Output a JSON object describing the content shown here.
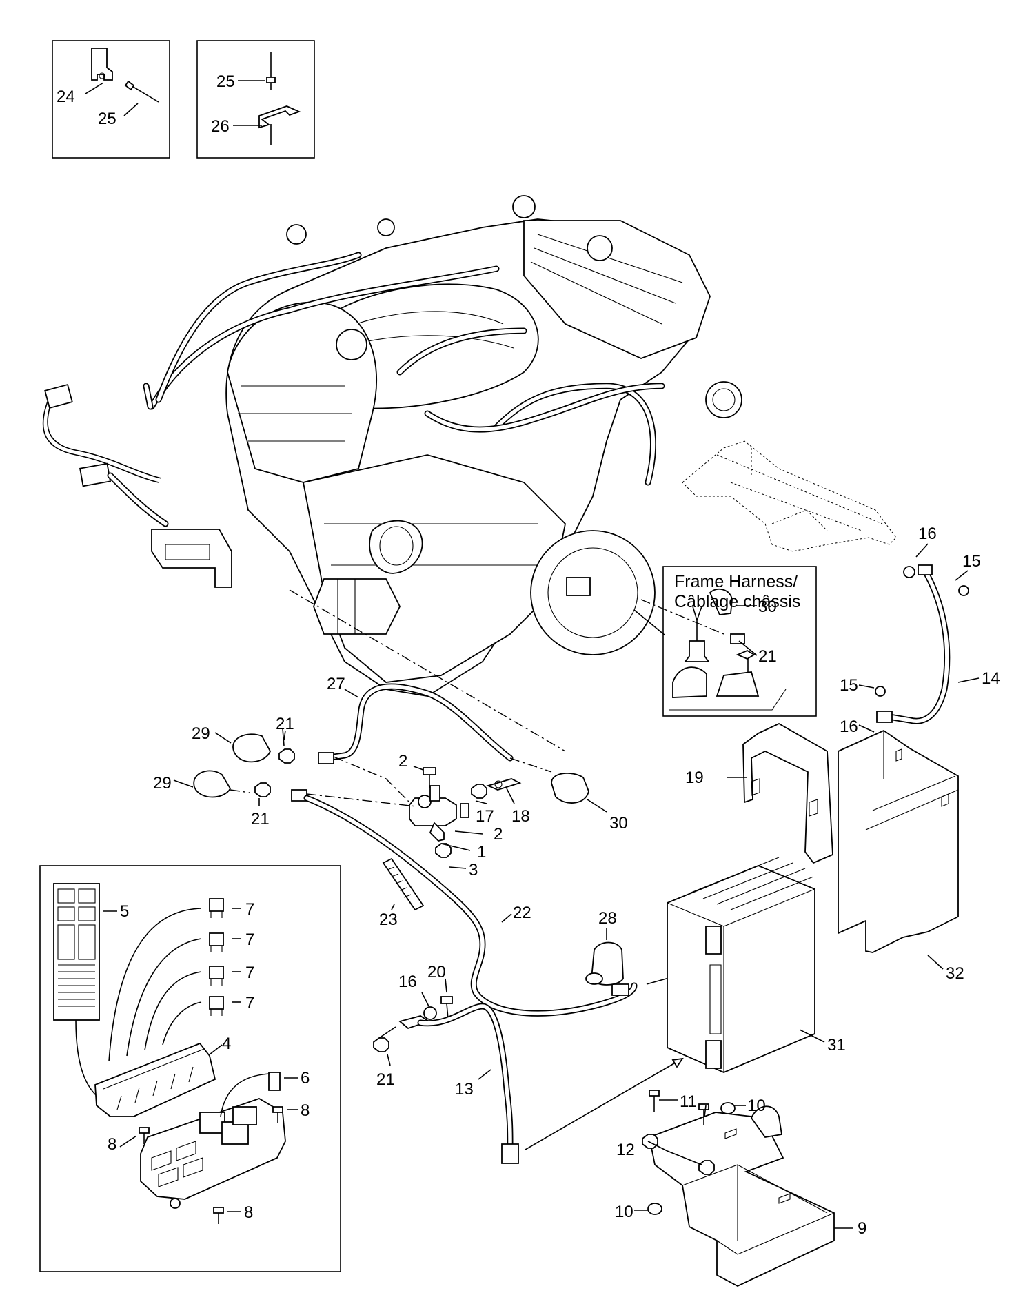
{
  "inset_label": {
    "line1": "Frame Harness/",
    "line2": "Câblage châssis"
  },
  "callouts": {
    "c1": "1",
    "c2a": "2",
    "c2b": "2",
    "c3": "3",
    "c4": "4",
    "c5": "5",
    "c6": "6",
    "c7a": "7",
    "c7b": "7",
    "c7c": "7",
    "c7d": "7",
    "c8a": "8",
    "c8b": "8",
    "c8c": "8",
    "c9": "9",
    "c10a": "10",
    "c10b": "10",
    "c11": "11",
    "c12": "12",
    "c13": "13",
    "c14": "14",
    "c15a": "15",
    "c15b": "15",
    "c16a": "16",
    "c16b": "16",
    "c16c": "16",
    "c17": "17",
    "c18": "18",
    "c19": "19",
    "c20": "20",
    "c21a": "21",
    "c21b": "21",
    "c21c": "21",
    "c21d": "21",
    "c22": "22",
    "c23": "23",
    "c24": "24",
    "c25a": "25",
    "c25b": "25",
    "c26": "26",
    "c27": "27",
    "c28": "28",
    "c29a": "29",
    "c29b": "29",
    "c30a": "30",
    "c30b": "30",
    "c31": "31",
    "c32": "32"
  }
}
